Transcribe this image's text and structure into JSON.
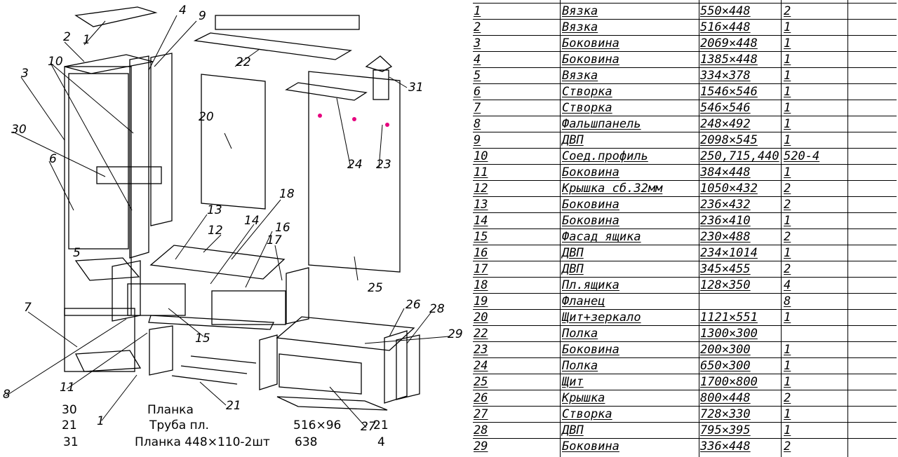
{
  "callouts": [
    "1",
    "2",
    "4",
    "9",
    "10",
    "3",
    "30",
    "6",
    "22",
    "20",
    "24",
    "23",
    "31",
    "18",
    "13",
    "14",
    "12",
    "16",
    "17",
    "5",
    "7",
    "25",
    "26",
    "28",
    "29",
    "15",
    "8",
    "11",
    "1",
    "21",
    "27"
  ],
  "notes": {
    "left_numbers": [
      "30",
      "21",
      "31"
    ],
    "parts": [
      "Планка",
      "Труба пл.",
      "Планка  448×110-2шт"
    ],
    "dims": [
      "516×96",
      "638"
    ],
    "right_numbers": [
      "21",
      "4"
    ]
  },
  "spec_rows": [
    {
      "pos": "1",
      "name": "Вязка",
      "size": "550×448",
      "qty": "2"
    },
    {
      "pos": "2",
      "name": "Вязка",
      "size": "516×448",
      "qty": "1"
    },
    {
      "pos": "3",
      "name": "Боковина",
      "size": "2069×448",
      "qty": "1"
    },
    {
      "pos": "4",
      "name": "Боковина",
      "size": "1385×448",
      "qty": "1"
    },
    {
      "pos": "5",
      "name": "Вязка",
      "size": "334×378",
      "qty": "1"
    },
    {
      "pos": "6",
      "name": "Створка",
      "size": "1546×546",
      "qty": "1"
    },
    {
      "pos": "7",
      "name": "Створка",
      "size": "546×546",
      "qty": "1"
    },
    {
      "pos": "8",
      "name": "Фальшпанель",
      "size": "248×492",
      "qty": "1"
    },
    {
      "pos": "9",
      "name": "ДВП",
      "size": "2098×545",
      "qty": "1"
    },
    {
      "pos": "10",
      "name": "Соед.профиль",
      "size": "250,715,440",
      "qty": "520-4"
    },
    {
      "pos": "11",
      "name": "Боковина",
      "size": "384×448",
      "qty": "1"
    },
    {
      "pos": "12",
      "name": "Крышка  сб.32мм",
      "size": "1050×432",
      "qty": "2"
    },
    {
      "pos": "13",
      "name": "Боковина",
      "size": "236×432",
      "qty": "2"
    },
    {
      "pos": "14",
      "name": "Боковина",
      "size": "236×410",
      "qty": "1"
    },
    {
      "pos": "15",
      "name": "Фасад  ящика",
      "size": "230×488",
      "qty": "2"
    },
    {
      "pos": "16",
      "name": "ДВП",
      "size": "234×1014",
      "qty": "1"
    },
    {
      "pos": "17",
      "name": "ДВП",
      "size": "345×455",
      "qty": "2"
    },
    {
      "pos": "18",
      "name": "Пл.ящика",
      "size": "128×350",
      "qty": "4"
    },
    {
      "pos": "19",
      "name": "Фланец",
      "size": "",
      "qty": "8"
    },
    {
      "pos": "20",
      "name": "Щит+зеркало",
      "size": "1121×551",
      "qty": "1"
    },
    {
      "pos": "22",
      "name": "Полка",
      "size": "1300×300",
      "qty": ""
    },
    {
      "pos": "23",
      "name": "Боковина",
      "size": "200×300",
      "qty": "1"
    },
    {
      "pos": "24",
      "name": "Полка",
      "size": "650×300",
      "qty": "1"
    },
    {
      "pos": "25",
      "name": "Щит",
      "size": "1700×800",
      "qty": "1"
    },
    {
      "pos": "26",
      "name": "Крышка",
      "size": "800×448",
      "qty": "2"
    },
    {
      "pos": "27",
      "name": "Створка",
      "size": "728×330",
      "qty": "1"
    },
    {
      "pos": "28",
      "name": "ДВП",
      "size": "795×395",
      "qty": "1"
    },
    {
      "pos": "29",
      "name": "Боковина",
      "size": "336×448",
      "qty": "2"
    }
  ]
}
